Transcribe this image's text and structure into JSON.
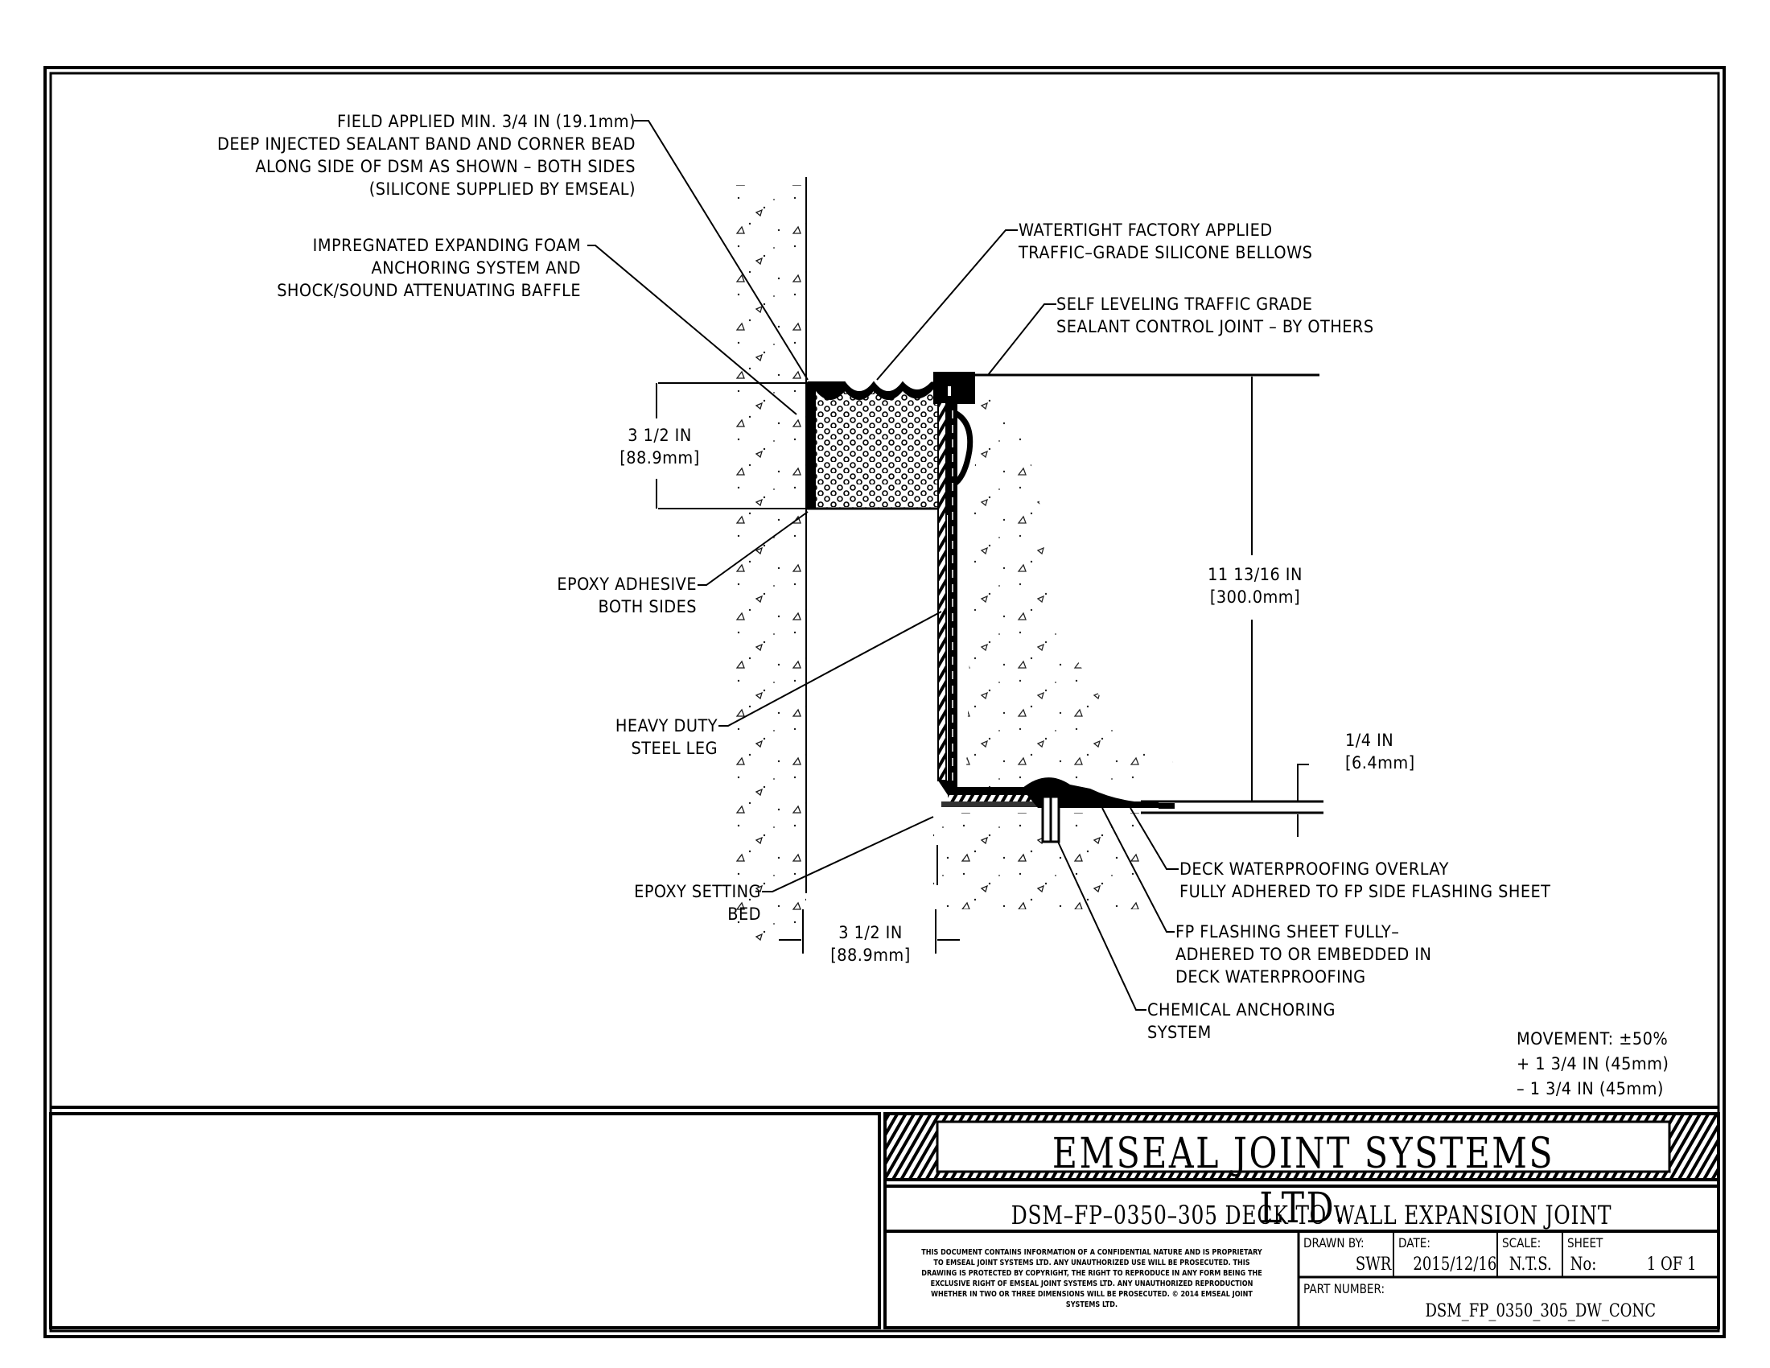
{
  "drawing": {
    "callouts": {
      "field_applied_sealant": "FIELD APPLIED MIN. 3/4 IN (19.1mm)\nDEEP INJECTED SEALANT BAND AND CORNER BEAD\nALONG SIDE OF DSM AS SHOWN – BOTH SIDES\n(SILICONE SUPPLIED BY EMSEAL)",
      "impregnated_foam": "IMPREGNATED EXPANDING FOAM\nANCHORING SYSTEM AND\nSHOCK/SOUND ATTENUATING BAFFLE",
      "silicone_bellows": "WATERTIGHT FACTORY APPLIED\nTRAFFIC–GRADE SILICONE BELLOWS",
      "self_leveling_sealant": "SELF LEVELING TRAFFIC GRADE\nSEALANT CONTROL JOINT – BY OTHERS",
      "epoxy_adhesive": "EPOXY ADHESIVE\nBOTH SIDES",
      "steel_leg": "HEAVY DUTY\nSTEEL LEG",
      "epoxy_setting_bed": "EPOXY SETTING\nBED",
      "deck_waterproofing_overlay": "DECK WATERPROOFING OVERLAY\nFULLY ADHERED TO FP SIDE FLASHING SHEET",
      "fp_flashing_sheet": "FP FLASHING SHEET FULLY–\nADHERED TO OR EMBEDDED IN\nDECK WATERPROOFING",
      "chemical_anchoring": "CHEMICAL ANCHORING\nSYSTEM"
    },
    "dimensions": {
      "foam_depth": "3 1/2 IN\n[88.9mm]",
      "leg_height": "11 13/16 IN\n[300.0mm]",
      "flange_thickness": "1/4 IN\n[6.4mm]",
      "base_width": "3 1/2 IN\n[88.9mm]"
    },
    "movement": "MOVEMENT: ±50%\n+ 1 3/4 IN (45mm)\n– 1 3/4 IN (45mm)"
  },
  "title_block": {
    "company": "EMSEAL JOINT SYSTEMS LTD.",
    "drawing_title": "DSM–FP–0350–305 DECK TO WALL EXPANSION JOINT",
    "disclaimer": "THIS DOCUMENT CONTAINS INFORMATION OF A CONFIDENTIAL NATURE AND IS PROPRIETARY TO EMSEAL JOINT SYSTEMS LTD. ANY UNAUTHORIZED USE WILL BE PROSECUTED. THIS DRAWING IS PROTECTED BY COPYRIGHT, THE RIGHT TO REPRODUCE IN ANY FORM BEING THE EXCLUSIVE RIGHT OF EMSEAL JOINT SYSTEMS LTD. ANY UNAUTHORIZED REPRODUCTION WHETHER IN TWO OR THREE DIMENSIONS WILL BE PROSECUTED. © 2014 EMSEAL JOINT SYSTEMS LTD.",
    "drawn_by_label": "DRAWN BY:",
    "drawn_by": "SWR",
    "date_label": "DATE:",
    "date": "2015/12/16",
    "scale_label": "SCALE:",
    "scale": "N.T.S.",
    "sheet_label": "SHEET",
    "sheet_no_label": "No:",
    "sheet": "1 OF 1",
    "part_number_label": "PART NUMBER:",
    "part_number": "DSM_FP_0350_305_DW_CONC"
  }
}
